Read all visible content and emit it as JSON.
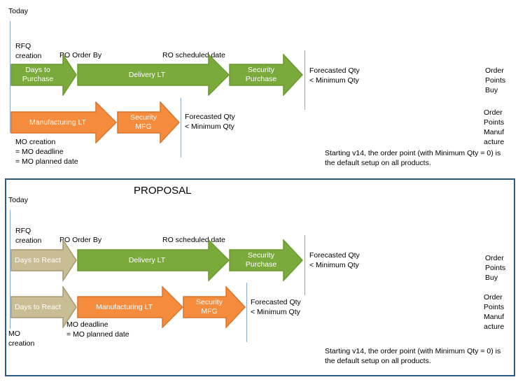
{
  "colors": {
    "green_fill": "#7aaa3b",
    "green_stroke": "#6b9a2f",
    "orange_fill": "#f58c3d",
    "orange_stroke": "#d9742a",
    "tan_fill": "#c8bd95",
    "tan_stroke": "#a69a72",
    "frame": "#2b5a86",
    "timeline": "#8ea9c9"
  },
  "current": {
    "today": "Today",
    "rfq_creation": "RFQ\ncreation",
    "po_order_by": "PO Order By",
    "ro_scheduled_date": "RO scheduled date",
    "days_to_purchase": "Days to\nPurchase",
    "delivery_lt": "Delivery LT",
    "security_purchase": "Security\nPurchase",
    "forecast_buy": "Forecasted Qty\n< Minimum Qty",
    "order_points_buy": "Order\nPoints\nBuy",
    "manufacturing_lt": "Manufacturing LT",
    "security_mfg": "Security\nMFG",
    "forecast_mfg": "Forecasted Qty\n< Minimum Qty",
    "order_points_manuf": "Order\nPoints\nManuf\nacture",
    "mo_creation": "MO creation\n= MO deadline\n= MO planned date",
    "note": "Starting v14, the order point (with Minimum Qty = 0) is\nthe default setup on all products."
  },
  "proposal": {
    "title": "PROPOSAL",
    "today": "Today",
    "rfq_creation": "RFQ\ncreation",
    "po_order_by": "PO Order By",
    "ro_scheduled_date": "RO scheduled date",
    "days_to_react_buy": "Days to React",
    "delivery_lt": "Delivery LT",
    "security_purchase": "Security\nPurchase",
    "forecast_buy": "Forecasted Qty\n< Minimum Qty",
    "order_points_buy": "Order\nPoints\nBuy",
    "days_to_react_mfg": "Days to React",
    "manufacturing_lt": "Manufacturing LT",
    "security_mfg": "Security\nMFG",
    "forecast_mfg": "Forecasted Qty\n< Minimum Qty",
    "order_points_manuf": "Order\nPoints\nManuf\nacture",
    "mo_creation": "MO\ncreation",
    "mo_deadline": "MO deadline\n= MO planned date",
    "note": "Starting v14, the order point (with Minimum Qty = 0) is\nthe default setup on all products."
  }
}
